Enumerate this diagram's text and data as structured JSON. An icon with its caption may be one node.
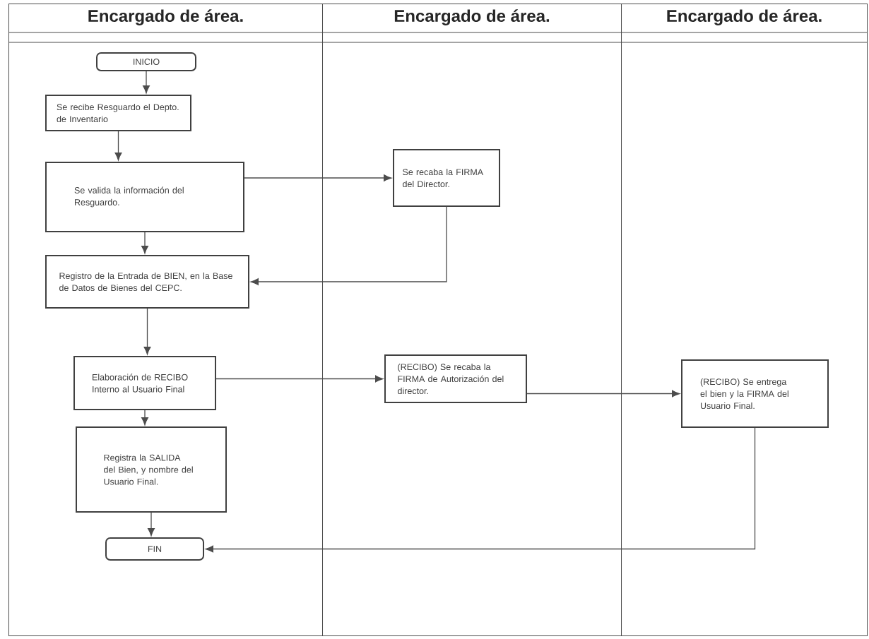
{
  "diagram": {
    "nodes": [
      {
        "text": [
          "Encargado de área."
        ]
      },
      {
        "text": [
          "Encargado de área."
        ]
      },
      {
        "text": [
          "Encargado de área."
        ]
      },
      {
        "text": [
          "INICIO"
        ],
        "in": 0
      },
      {
        "text": [
          "Se recibe Resguardo el Depto. de Inventario"
        ],
        "in": 0
      },
      {
        "text": [
          "Se valida la información del Resguardo."
        ],
        "in": 0
      },
      {
        "text": [
          "Se recaba la FIRMA del Director."
        ],
        "in": 1
      },
      {
        "text": [
          "Registro de la Entrada de BIEN, en la Base de Datos de Bienes del CEPC."
        ],
        "in": 0
      },
      {
        "text": [
          "Elaboración de RECIBO Interno al Usuario Final"
        ],
        "in": 0
      },
      {
        "text": [
          "Registra la SALIDA del Bien, y nombre del Usuario Final."
        ],
        "in": 0
      },
      {
        "text": [
          "FIN"
        ],
        "in": 0
      },
      {
        "text": [
          "(RECIBO) Se recaba la FIRMA de Autorización del director."
        ],
        "in": 1
      },
      {
        "text": [
          "(RECIBO) Se entrega el bien y la FIRMA del Usuario Final."
        ],
        "in": 2
      }
    ],
    "edges": [
      {
        "from": 3,
        "to": 4,
        "arrow": "to"
      },
      {
        "from": 4,
        "to": 5,
        "arrow": "to"
      },
      {
        "from": 5,
        "to": 6,
        "arrow": "to"
      },
      {
        "from": 5,
        "to": 7,
        "arrow": "to"
      },
      {
        "from": 6,
        "to": 7,
        "arrow": "to"
      },
      {
        "from": 7,
        "to": 8,
        "arrow": "to"
      },
      {
        "from": 8,
        "to": 11,
        "arrow": "to"
      },
      {
        "from": 11,
        "to": 12,
        "arrow": "to"
      },
      {
        "from": 8,
        "to": 9,
        "arrow": "to"
      },
      {
        "from": 9,
        "to": 10,
        "arrow": "to"
      },
      {
        "from": 12,
        "to": 10,
        "arrow": "to"
      }
    ]
  }
}
